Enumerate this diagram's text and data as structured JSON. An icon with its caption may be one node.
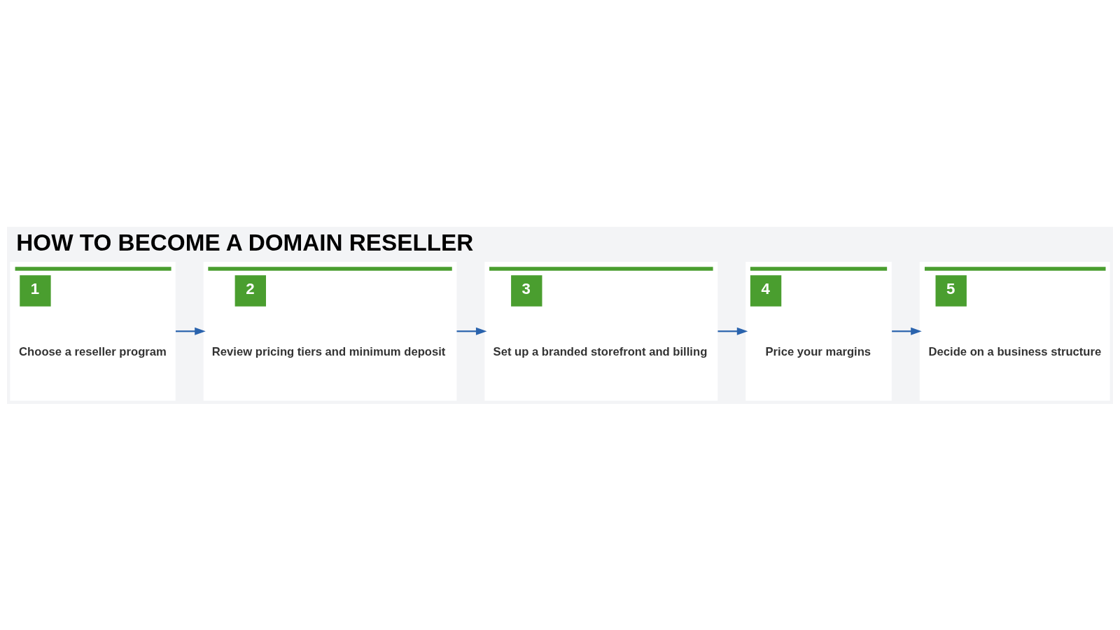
{
  "diagram": {
    "title": "HOW TO BECOME A DOMAIN RESELLER",
    "nodes": [
      {
        "text": [
          "1",
          "Choose a reseller program"
        ]
      },
      {
        "text": [
          "2",
          "Review pricing tiers and minimum deposit"
        ]
      },
      {
        "text": [
          "3",
          "Set up a branded storefront and billing"
        ]
      },
      {
        "text": [
          "4",
          "Price your margins"
        ]
      },
      {
        "text": [
          "5",
          "Decide on a business structure"
        ]
      }
    ],
    "edges": [
      {
        "from": 0,
        "to": 1,
        "arrow": "to"
      },
      {
        "from": 1,
        "to": 2,
        "arrow": "to"
      },
      {
        "from": 2,
        "to": 3,
        "arrow": "to"
      },
      {
        "from": 3,
        "to": 4,
        "arrow": "to"
      }
    ]
  }
}
